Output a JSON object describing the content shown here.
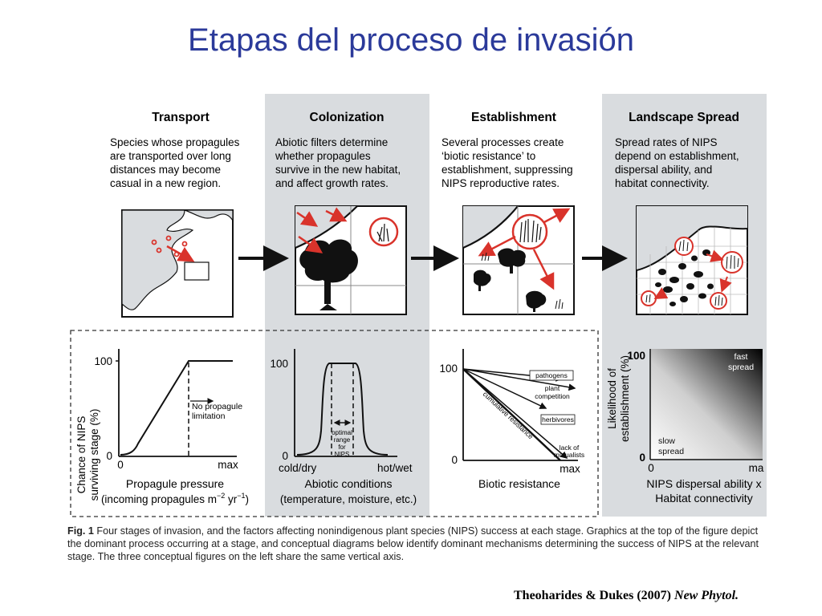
{
  "slide": {
    "title": "Etapas del proceso de invasión"
  },
  "stages": [
    {
      "heading": "Transport",
      "desc": [
        "Species whose propagules",
        "are transported over long",
        "distances may become",
        "casual in a new region."
      ]
    },
    {
      "heading": "Colonization",
      "desc": [
        "Abiotic filters determine",
        "whether propagules",
        "survive in the new habitat,",
        "and affect growth rates."
      ]
    },
    {
      "heading": "Establishment",
      "desc": [
        "Several processes create",
        "‘biotic resistance’ to",
        "establishment, suppressing",
        "NIPS reproductive rates."
      ]
    },
    {
      "heading": "Landscape Spread",
      "desc": [
        "Spread rates of NIPS",
        "depend on establishment,",
        "dispersal ability, and",
        "habitat connectivity."
      ]
    }
  ],
  "graphs": {
    "transport": {
      "ylabel": [
        "Chance of NIPS",
        "surviving stage (%)"
      ],
      "y100": "100",
      "y0": "0",
      "x0": "0",
      "xmax": "max",
      "note": [
        "No propagule",
        "limitation"
      ],
      "xlabel": "Propagule pressure",
      "xlabel2": "(incoming propagules m",
      "xlabel2_sup": "−2",
      "xlabel2_end": " yr",
      "xlabel2_sup2": "−1",
      "xlabel2_close": ")"
    },
    "colonization": {
      "y100": "100",
      "y0": "0",
      "xleft": "cold/dry",
      "xright": "hot/wet",
      "note": [
        "optimal",
        "range",
        "for",
        "NIPS"
      ],
      "xlabel": "Abiotic conditions",
      "xlabel2": "(temperature, moisture, etc.)"
    },
    "establishment": {
      "y100": "100",
      "y0": "0",
      "xmax": "max",
      "labels": [
        "pathogens",
        "plant",
        "competition",
        "herbivores",
        "lack of",
        "mutualists",
        "cumulative resistance"
      ],
      "xlabel": "Biotic resistance"
    },
    "spread": {
      "ylabel": [
        "Likelihood of",
        "establishment (%)"
      ],
      "y100": "100",
      "y0": "0",
      "x0": "0",
      "xmax": "ma",
      "fast": [
        "fast",
        "spread"
      ],
      "slow": [
        "slow",
        "spread"
      ],
      "xlabel": "NIPS dispersal ability x",
      "xlabel2": "Habitat connectivity"
    }
  },
  "caption": {
    "label": "Fig. 1",
    "text": "Four stages of invasion, and the factors affecting nonindigenous plant species (NIPS) success at each stage. Graphics at the top of the figure depict the dominant process occurring at a stage, and conceptual diagrams below identify dominant mechanisms determining the success of NIPS at the relevant stage. The three conceptual figures on the left share the same vertical axis."
  },
  "citation": {
    "authors": "Theoharides & Dukes (2007) ",
    "journal": "New Phytol."
  },
  "colors": {
    "title": "#2b3a9a",
    "panel_gray": "#d9dcdf",
    "arrow_red": "#d9332b",
    "ink": "#111111"
  }
}
